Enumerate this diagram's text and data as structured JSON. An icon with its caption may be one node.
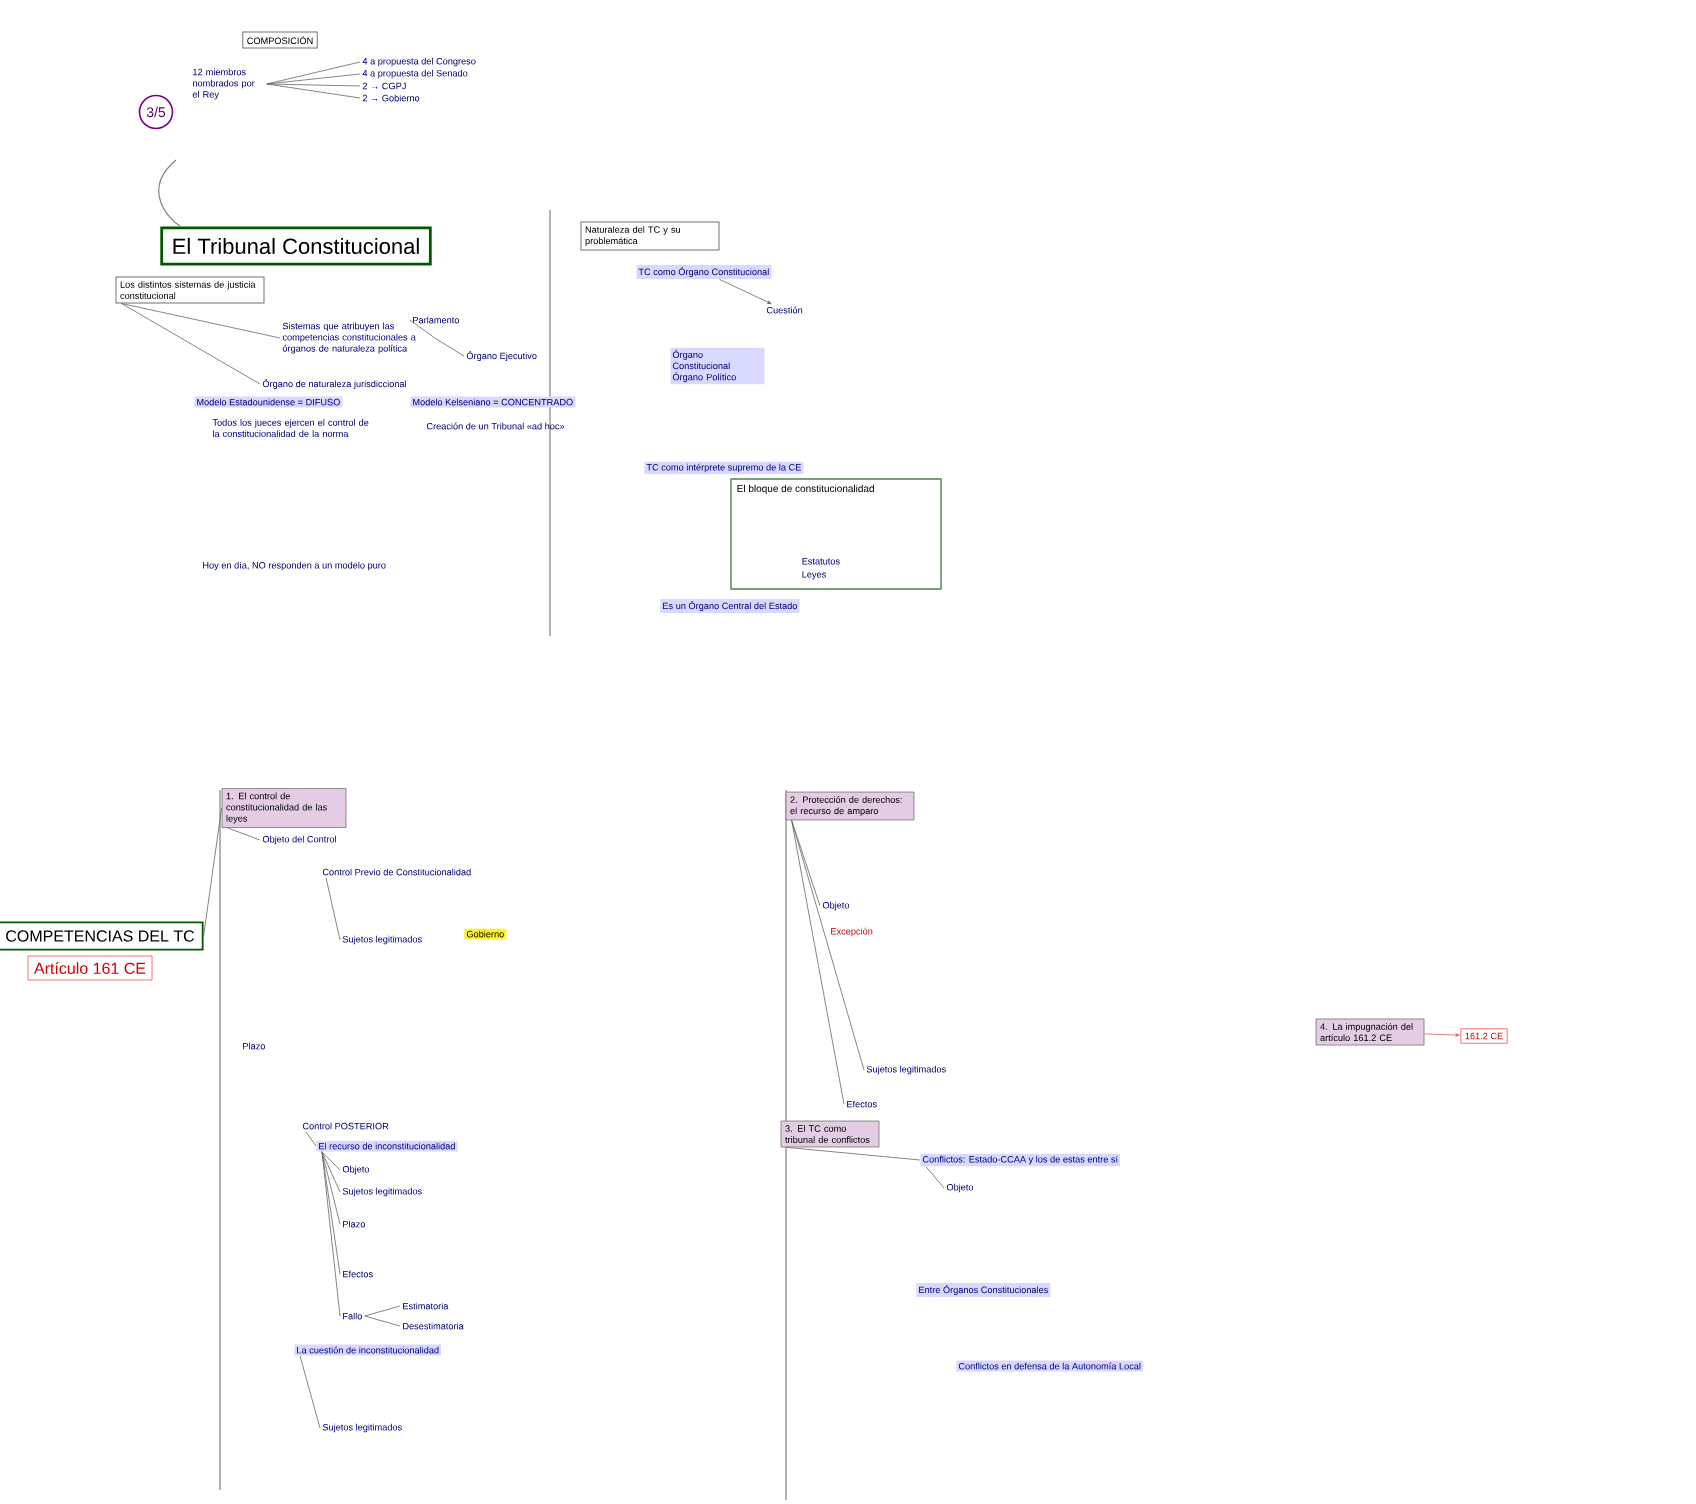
{
  "diagram": {
    "nodes": [
      {
        "text": [
          "COMPOSICIÓN"
        ]
      },
      {
        "text": [
          "12 miembros nombrados por el Rey"
        ]
      },
      {
        "text": [
          "4 a propuesta del Congreso"
        ]
      },
      {
        "text": [
          "4 a propuesta del Senado"
        ]
      },
      {
        "text": [
          "2 → CGPJ"
        ]
      },
      {
        "text": [
          "2 → Gobierno"
        ]
      },
      {
        "text": [
          "3/5"
        ]
      },
      {
        "text": [
          "El Tribunal Constitucional"
        ]
      },
      {
        "text": [
          "Los distintos sistemas de justicia constitucional"
        ]
      },
      {
        "text": [
          "Sistemas que atribuyen las competencias constitucionales a órganos de naturaleza política"
        ]
      },
      {
        "text": [
          "Parlamento"
        ]
      },
      {
        "text": [
          "Órgano Ejecutivo"
        ]
      },
      {
        "text": [
          "Órgano de naturaleza jurisdiccional"
        ]
      },
      {
        "text": [
          "Modelo Estadounidense = DIFUSO"
        ]
      },
      {
        "text": [
          "Modelo Kelseniano = CONCENTRADO"
        ]
      },
      {
        "text": [
          "Todos los jueces ejercen el control de la constitucionalidad de la norma"
        ]
      },
      {
        "text": [
          "Creación de un Tribunal «ad hoc»"
        ]
      },
      {
        "text": [
          "Hoy en día, NO responden a un modelo puro"
        ]
      },
      {
        "text": [
          "Naturaleza del TC y su problemática"
        ]
      },
      {
        "text": [
          "TC como Órgano Constitucional"
        ]
      },
      {
        "text": [
          "Cuestión"
        ]
      },
      {
        "text": [
          "Órgano Constitucional Órgano Político"
        ]
      },
      {
        "text": [
          "TC como intérprete supremo de la CE"
        ]
      },
      {
        "text": [
          "El bloque de constitucionalidad"
        ]
      },
      {
        "text": [
          "Estatutos"
        ],
        "in": 23
      },
      {
        "text": [
          "Leyes"
        ],
        "in": 23
      },
      {
        "text": [
          "Es un Órgano Central del Estado"
        ]
      },
      {
        "text": [
          "COMPETENCIAS DEL TC"
        ]
      },
      {
        "text": [
          "Artículo 161 CE"
        ]
      },
      {
        "text": [
          "1. El control de constitucionalidad de las leyes"
        ]
      },
      {
        "text": [
          "Objeto del Control"
        ]
      },
      {
        "text": [
          "Control Previo de Constitucionalidad"
        ]
      },
      {
        "text": [
          "Sujetos legitimados"
        ]
      },
      {
        "text": [
          "Gobierno"
        ]
      },
      {
        "text": [
          "Plazo"
        ]
      },
      {
        "text": [
          "Control POSTERIOR"
        ]
      },
      {
        "text": [
          "El recurso de inconstitucionalidad"
        ]
      },
      {
        "text": [
          "Objeto"
        ]
      },
      {
        "text": [
          "Sujetos legitimados"
        ]
      },
      {
        "text": [
          "Plazo"
        ]
      },
      {
        "text": [
          "Efectos"
        ]
      },
      {
        "text": [
          "Fallo"
        ]
      },
      {
        "text": [
          "Estimatoria"
        ]
      },
      {
        "text": [
          "Desestimatoria"
        ]
      },
      {
        "text": [
          "La cuestión de inconstitucionalidad"
        ]
      },
      {
        "text": [
          "Sujetos legitimados"
        ]
      },
      {
        "text": [
          "2. Protección de derechos: el recurso de amparo"
        ]
      },
      {
        "text": [
          "Objeto"
        ]
      },
      {
        "text": [
          "Excepción"
        ]
      },
      {
        "text": [
          "Sujetos legitimados"
        ]
      },
      {
        "text": [
          "Efectos"
        ]
      },
      {
        "text": [
          "3. El TC como tribunal de conflictos"
        ]
      },
      {
        "text": [
          "Conflictos: Estado-CCAA y los de estas entre sí"
        ]
      },
      {
        "text": [
          "Objeto"
        ]
      },
      {
        "text": [
          "Entre Órganos Constitucionales"
        ]
      },
      {
        "text": [
          "Conflictos en defensa de la Autonomía Local"
        ]
      },
      {
        "text": [
          "4. La impugnación del artículo 161.2 CE"
        ]
      },
      {
        "text": [
          "161.2 CE"
        ]
      }
    ],
    "edges": [
      {
        "from": 1,
        "to": 2,
        "arrow": "none"
      },
      {
        "from": 1,
        "to": 3,
        "arrow": "none"
      },
      {
        "from": 1,
        "to": 4,
        "arrow": "none"
      },
      {
        "from": 1,
        "to": 5,
        "arrow": "none"
      },
      {
        "from": 8,
        "to": 9,
        "arrow": "none"
      },
      {
        "from": 8,
        "to": 12,
        "arrow": "none"
      },
      {
        "from": 9,
        "to": 10,
        "arrow": "none"
      },
      {
        "from": 9,
        "to": 11,
        "arrow": "none"
      },
      {
        "from": 19,
        "to": 20,
        "arrow": "to"
      },
      {
        "from": 27,
        "to": 29,
        "arrow": "none"
      },
      {
        "from": 29,
        "to": 30,
        "arrow": "none"
      },
      {
        "from": 31,
        "to": 32,
        "arrow": "none"
      },
      {
        "from": 35,
        "to": 36,
        "arrow": "none"
      },
      {
        "from": 36,
        "to": 37,
        "arrow": "none"
      },
      {
        "from": 36,
        "to": 38,
        "arrow": "none"
      },
      {
        "from": 36,
        "to": 39,
        "arrow": "none"
      },
      {
        "from": 36,
        "to": 40,
        "arrow": "none"
      },
      {
        "from": 36,
        "to": 41,
        "arrow": "none"
      },
      {
        "from": 41,
        "to": 42,
        "arrow": "none"
      },
      {
        "from": 41,
        "to": 43,
        "arrow": "none"
      },
      {
        "from": 44,
        "to": 45,
        "arrow": "none"
      },
      {
        "from": 46,
        "to": 47,
        "arrow": "none"
      },
      {
        "from": 46,
        "to": 49,
        "arrow": "none"
      },
      {
        "from": 46,
        "to": 50,
        "arrow": "none"
      },
      {
        "from": 51,
        "to": 52,
        "arrow": "none"
      },
      {
        "from": 52,
        "to": 53,
        "arrow": "none"
      },
      {
        "from": 56,
        "to": 57,
        "arrow": "to",
        "color": "#e06060"
      }
    ]
  }
}
